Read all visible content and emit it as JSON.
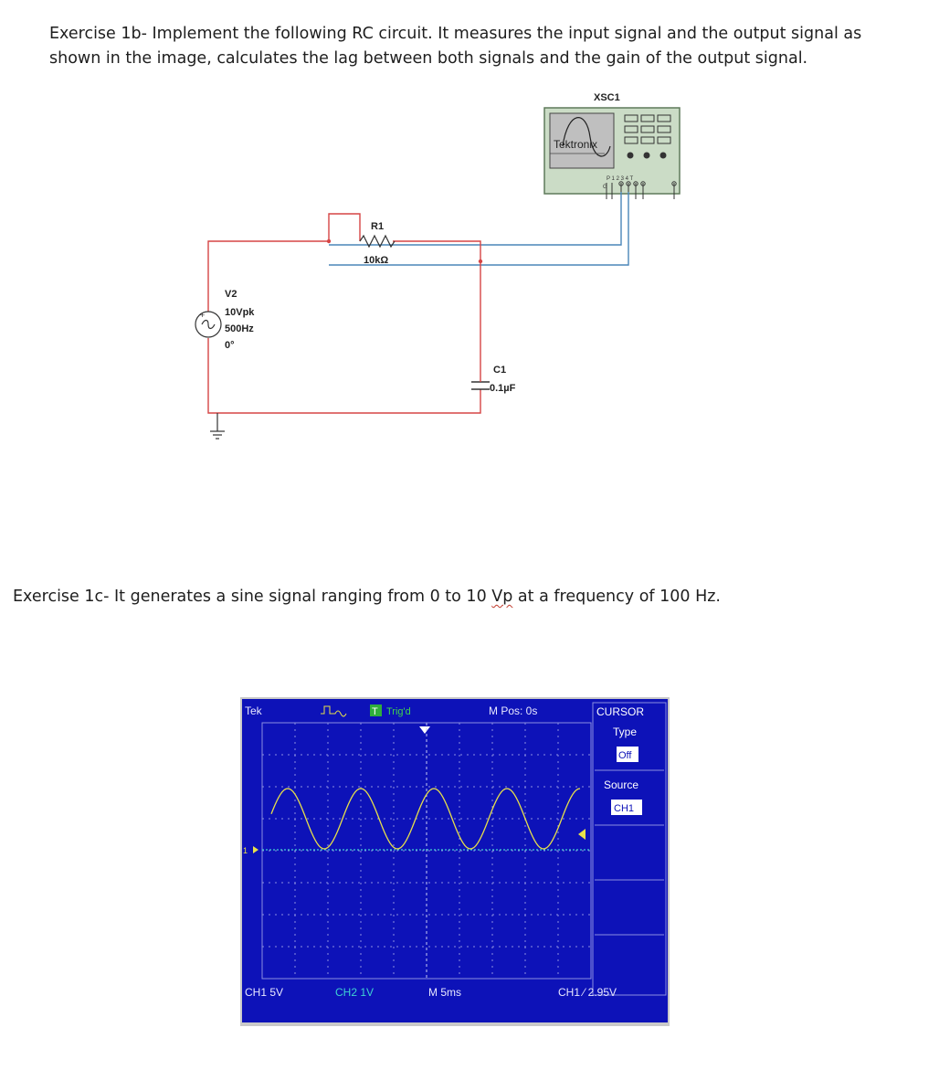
{
  "exercise_1b": {
    "line1": "Exercise 1b- Implement the following RC circuit. It measures the input signal and the output signal as",
    "line2": "shown in the image, calculates the lag between both signals and the gain of the output signal."
  },
  "exercise_1c": {
    "before": "Exercise 1c- It generates a sine signal ranging from 0 to 10 ",
    "flagged_word": "Vp",
    "after": " at a frequency of 100 Hz."
  },
  "circuit": {
    "scope_label": "XSC1",
    "scope_brand": "Tektronix",
    "scope_pins": "P  1 2 3 4     T",
    "scope_g": "G",
    "resistor": {
      "name": "R1",
      "value": "10kΩ"
    },
    "source": {
      "name": "V2",
      "amplitude": "10Vpk",
      "frequency": "500Hz",
      "phase": "0°"
    },
    "capacitor": {
      "name": "C1",
      "value": "0.1µF"
    },
    "colors": {
      "wire_red": "#d64545",
      "wire_blue": "#4a86b8",
      "scope_body": "#cbdcc6"
    }
  },
  "oscilloscope": {
    "brand": "Tek",
    "trigger_mode": "T",
    "trigger_status": "Trig'd",
    "m_pos": "M Pos: 0s",
    "menu_title": "CURSOR",
    "type_label": "Type",
    "type_value": "Off",
    "source_label": "Source",
    "source_value": "CH1",
    "ch1_scale": "CH1  5V",
    "ch2_scale": "CH2  1V",
    "timebase": "M 5ms",
    "trigger_readout": "CH1 ⁄ 2.95V",
    "channel_marker": "1",
    "colors": {
      "screen": "#0d12b8",
      "trace": "#e8e04a",
      "grid": "#8a8fe0",
      "frame": "#c9c9c9"
    }
  }
}
